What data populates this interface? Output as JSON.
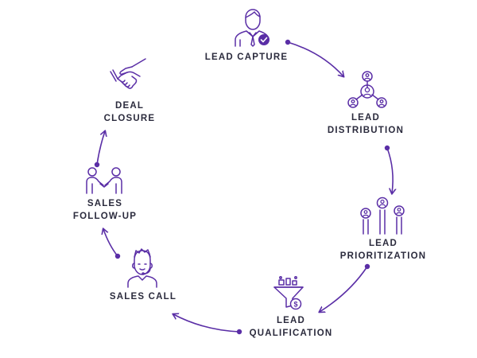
{
  "diagram": {
    "accent_color": "#5a2ea6",
    "icon_color": "#5a2ea6",
    "text_color": "#2b2b3d",
    "stages": [
      {
        "id": "lead-capture",
        "lines": [
          "LEAD CAPTURE"
        ],
        "icon": "businessman-check-icon"
      },
      {
        "id": "lead-distribution",
        "lines": [
          "LEAD",
          "DISTRIBUTION"
        ],
        "icon": "network-people-icon"
      },
      {
        "id": "lead-prioritization",
        "lines": [
          "LEAD",
          "PRIORITIZATION"
        ],
        "icon": "ranked-people-bars-icon"
      },
      {
        "id": "lead-qualification",
        "lines": [
          "LEAD",
          "QUALIFICATION"
        ],
        "icon": "funnel-dollar-icon"
      },
      {
        "id": "sales-call",
        "lines": [
          "SALES CALL"
        ],
        "icon": "headset-agent-icon"
      },
      {
        "id": "sales-follow-up",
        "lines": [
          "SALES",
          "FOLLOW-UP"
        ],
        "icon": "two-people-meeting-icon"
      },
      {
        "id": "deal-closure",
        "lines": [
          "DEAL",
          "CLOSURE"
        ],
        "icon": "handshake-icon"
      }
    ]
  }
}
